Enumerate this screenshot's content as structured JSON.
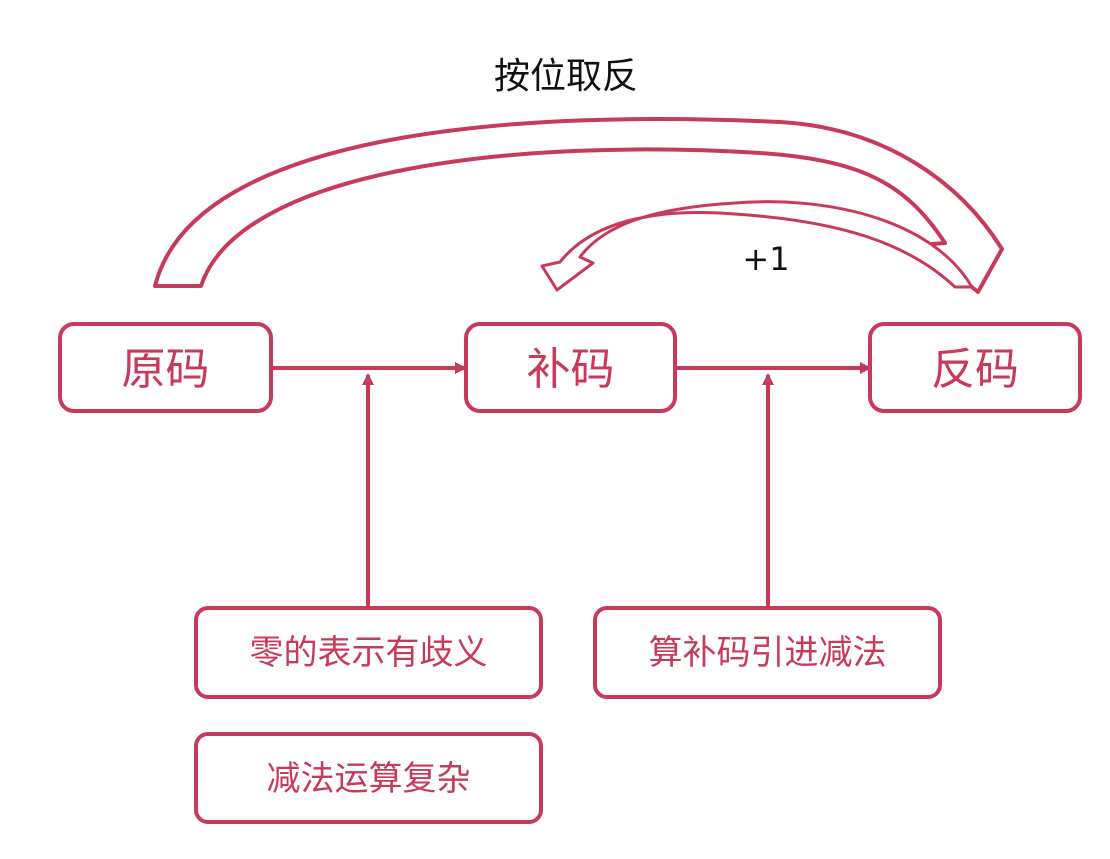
{
  "colors": {
    "accent": "#C83A5A",
    "text_dark": "#111111",
    "background": "#FFFFFF"
  },
  "labels": {
    "invert": "按位取反",
    "plus_one": "+1"
  },
  "nodes": {
    "original": "原码",
    "complement": "补码",
    "ones_complement": "反码"
  },
  "notes": {
    "zero_ambiguity": "零的表示有歧义",
    "subtraction_complex": "减法运算复杂",
    "complement_subtraction": "算补码引进减法"
  }
}
